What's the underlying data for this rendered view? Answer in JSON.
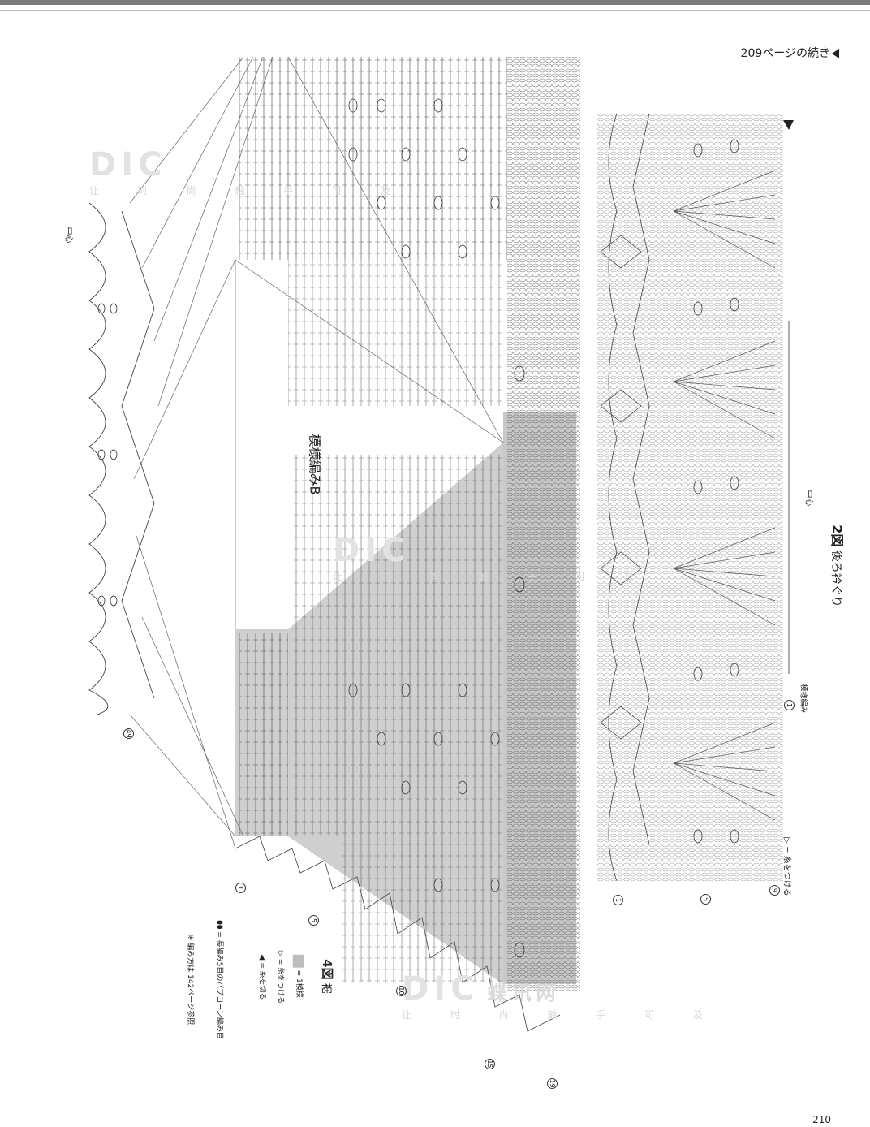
{
  "header": {
    "continued": "209ページの続き"
  },
  "page_number": "210",
  "figure2": {
    "number": "2図",
    "title": "後ろ衿ぐり",
    "center": "中心",
    "pattern_label": "模様編み",
    "cut_label": "糸をつける"
  },
  "figure4": {
    "number": "4図",
    "title": "裾",
    "pattern_b": "模様編みB",
    "center": "中心"
  },
  "legend": {
    "shaded": "= 1模様",
    "attach": "▷ = 糸をつける",
    "cut": "◀ = 糸を切る",
    "popcorn": "= 長編み5目のパプコーン編み目",
    "note": "※ 編み方は 142ページ参照"
  },
  "fig2_legend": "▷ = 糸をつける",
  "row_markers_fig4": [
    "1",
    "5",
    "10",
    "15",
    "19",
    "49"
  ],
  "row_markers_fig2": [
    "1",
    "1",
    "5",
    "9"
  ],
  "watermark": {
    "brand": "DIC",
    "cn": "蝶讯网",
    "slogan": "让 时 尚 触 手 可 及"
  }
}
